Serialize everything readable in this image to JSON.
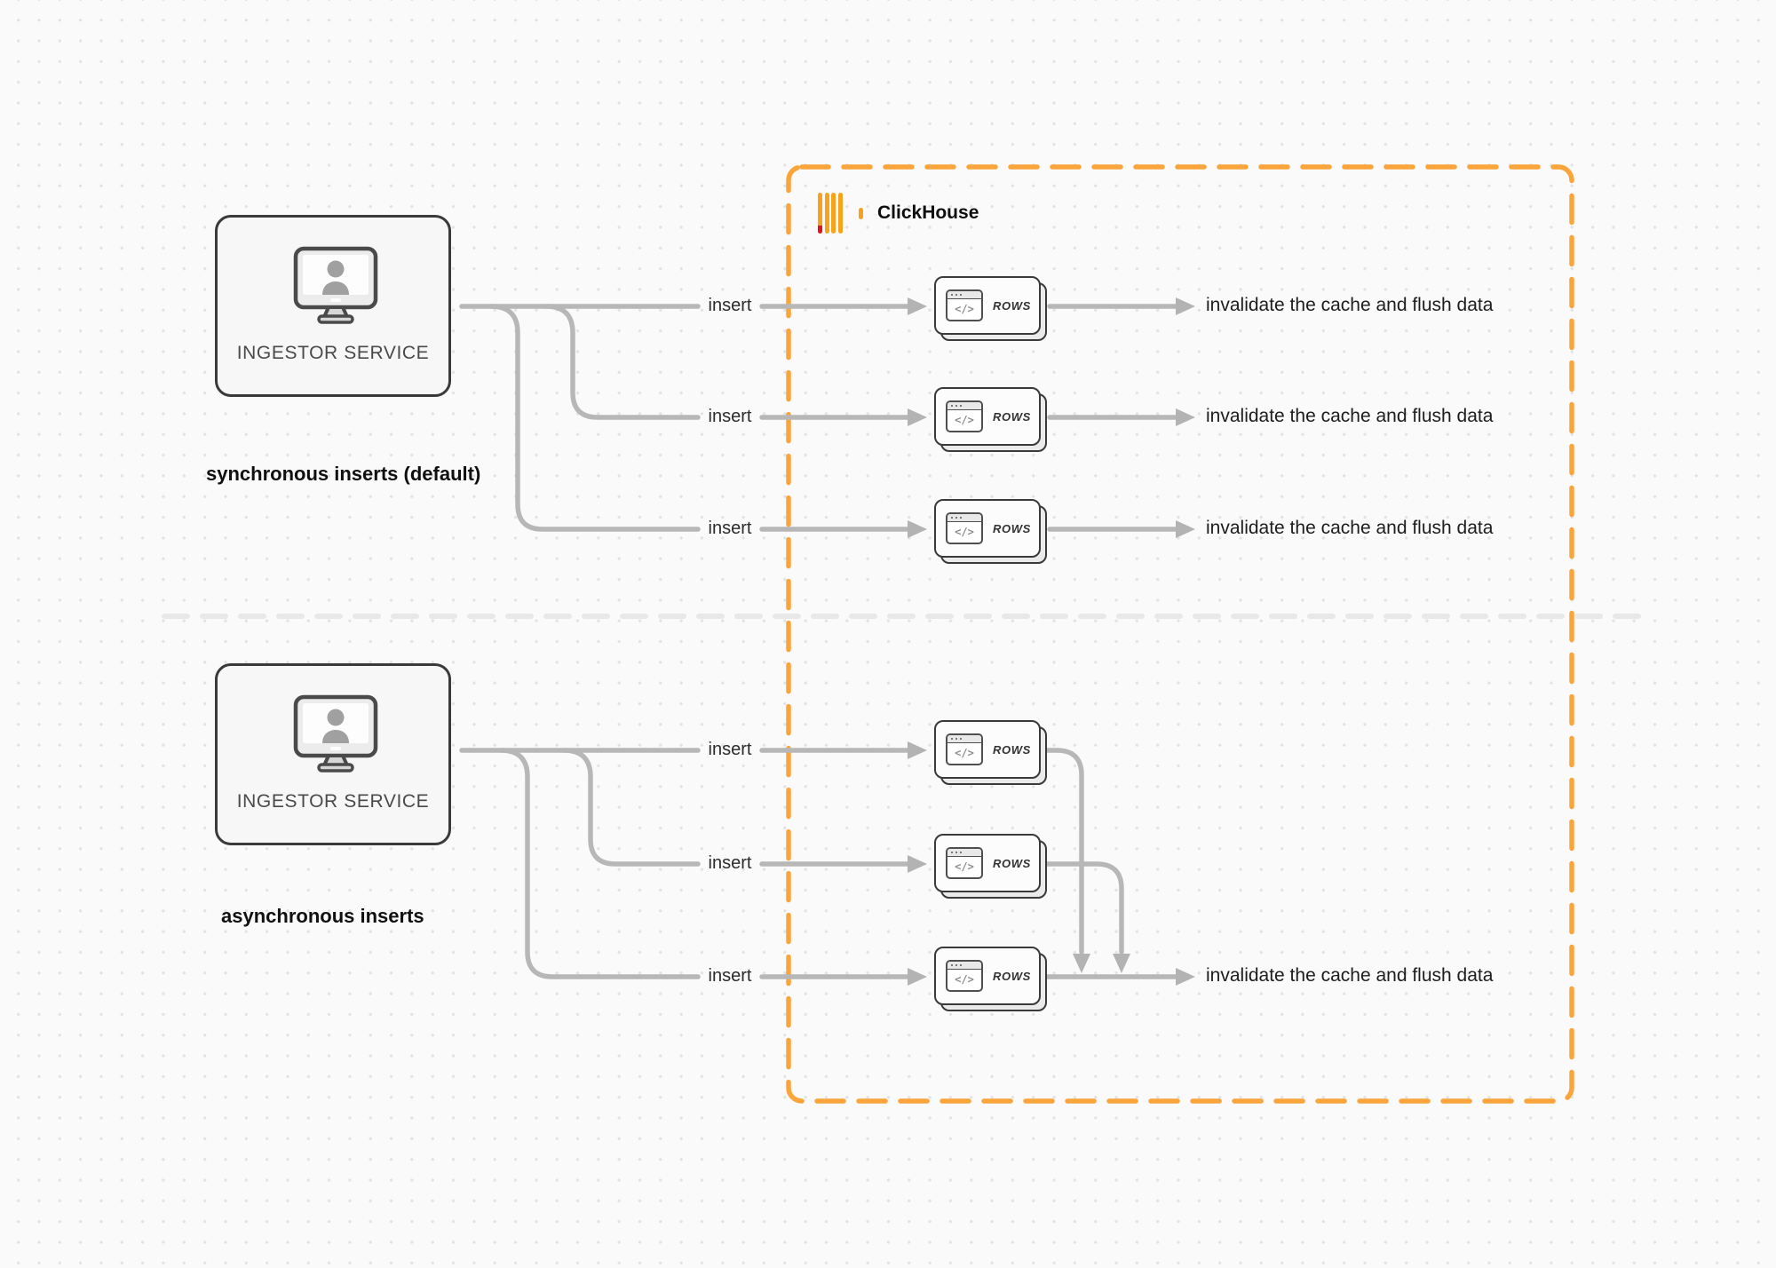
{
  "diagram": {
    "clickhouse_label": "ClickHouse",
    "ingestor_label": "INGESTOR SERVICE",
    "sync_caption": "synchronous inserts (default)",
    "async_caption": "asynchronous inserts",
    "insert_label": "insert",
    "rows_label": "ROWS",
    "code_glyph": "</>",
    "invalidate_label": "invalidate the cache and flush data"
  },
  "colors": {
    "accent_orange": "#F6A21C",
    "logo_red": "#E3131B",
    "connector_gray": "#B7B7B7",
    "divider_gray": "#E8E8E8",
    "border_dark": "#3A3A3A",
    "background": "#FAFAFA"
  }
}
